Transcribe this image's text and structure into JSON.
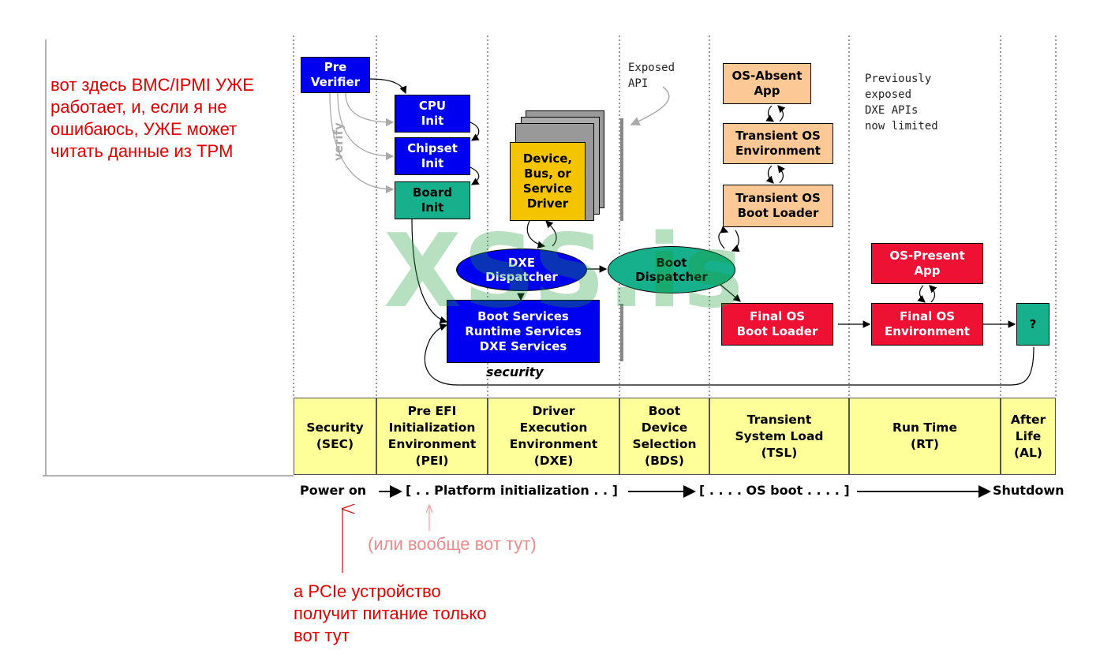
{
  "annotations": {
    "top_left": "вот здесь BMC/IPMI УЖЕ работает, и, если я не ошибаюсь, УЖЕ может читать данные из TPM",
    "middle": "(или вообще вот тут)",
    "bottom": "а PCIe устройство получит питание только вот тут"
  },
  "boxes": {
    "pre_verifier": "Pre\nVerifier",
    "cpu_init": "CPU\nInit",
    "chipset_init": "Chipset\nInit",
    "board_init": "Board\nInit",
    "driver": "Device,\nBus, or\nService\nDriver",
    "services": "Boot Services\nRuntime Services\nDXE Services",
    "os_absent_app": "OS-Absent\nApp",
    "transient_os_env": "Transient OS\nEnvironment",
    "transient_os_loader": "Transient OS\nBoot Loader",
    "final_os_loader": "Final OS\nBoot Loader",
    "os_present_app": "OS-Present\nApp",
    "final_os_env": "Final OS\nEnvironment",
    "unknown": "?"
  },
  "ellipses": {
    "dxe_dispatcher": "DXE\nDispatcher",
    "boot_dispatcher": "Boot\nDispatcher"
  },
  "labels": {
    "verify": "verify",
    "security": "security",
    "exposed_api": "Exposed\nAPI",
    "previously": "Previously\nexposed\nDXE APIs\nnow limited"
  },
  "phases": [
    "Security\n(SEC)",
    "Pre EFI\nInitialization\nEnvironment\n(PEI)",
    "Driver\nExecution\nEnvironment\n(DXE)",
    "Boot\nDevice\nSelection\n(BDS)",
    "Transient\nSystem Load\n(TSL)",
    "Run Time\n(RT)",
    "After\nLife\n(AL)"
  ],
  "timeline": {
    "power_on": "Power on",
    "platform": "[ . . Platform initialization . . ]",
    "os_boot": "[ . . . . OS boot . . . . ]",
    "shutdown": "Shutdown"
  },
  "watermark": "XSS.is",
  "colors": {
    "annotation": "#e00000",
    "annotation_pink": "#f08a8a",
    "blue": "#0000f0",
    "teal": "#17b08c",
    "peach": "#fcc896",
    "red": "#ee1133",
    "phase_bg": "#ffff99"
  }
}
